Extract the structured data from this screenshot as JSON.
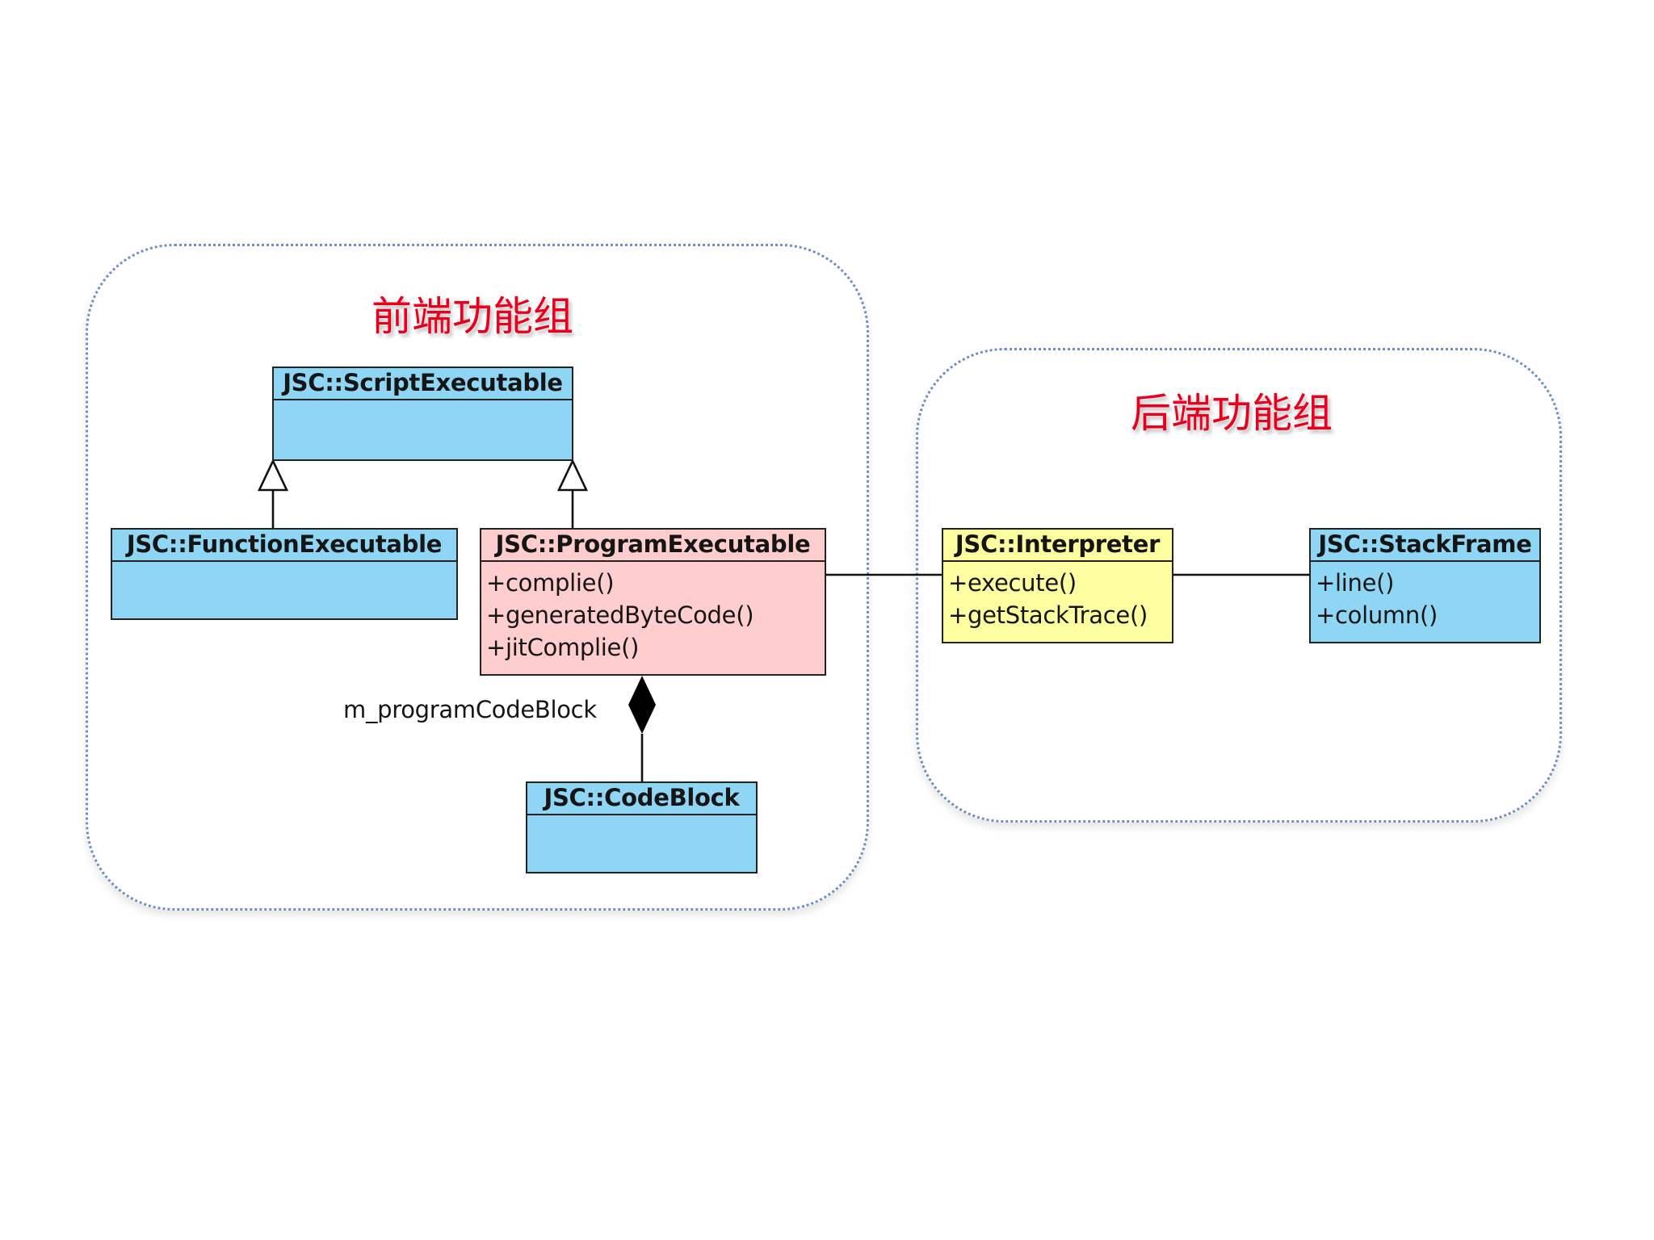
{
  "groups": {
    "frontend": {
      "title": "前端功能组"
    },
    "backend": {
      "title": "后端功能组"
    }
  },
  "classes": {
    "script_executable": {
      "name": "JSC::ScriptExecutable",
      "operations": []
    },
    "function_executable": {
      "name": "JSC::FunctionExecutable",
      "operations": []
    },
    "program_executable": {
      "name": "JSC::ProgramExecutable",
      "operations": [
        "+complie()",
        "+generatedByteCode()",
        "+jitComplie()"
      ]
    },
    "code_block": {
      "name": "JSC::CodeBlock",
      "operations": []
    },
    "interpreter": {
      "name": "JSC::Interpreter",
      "operations": [
        "+execute()",
        "+getStackTrace()"
      ]
    },
    "stack_frame": {
      "name": "JSC::StackFrame",
      "operations": [
        "+line()",
        "+column()"
      ]
    }
  },
  "relations": {
    "composition_role": "m_programCodeBlock"
  },
  "colors": {
    "class_blue": "#8fd6f4",
    "class_pink": "#fecdcd",
    "class_yellow": "#fdfea0",
    "group_title_red": "#e8001e",
    "group_border": "#6f8fbf"
  }
}
